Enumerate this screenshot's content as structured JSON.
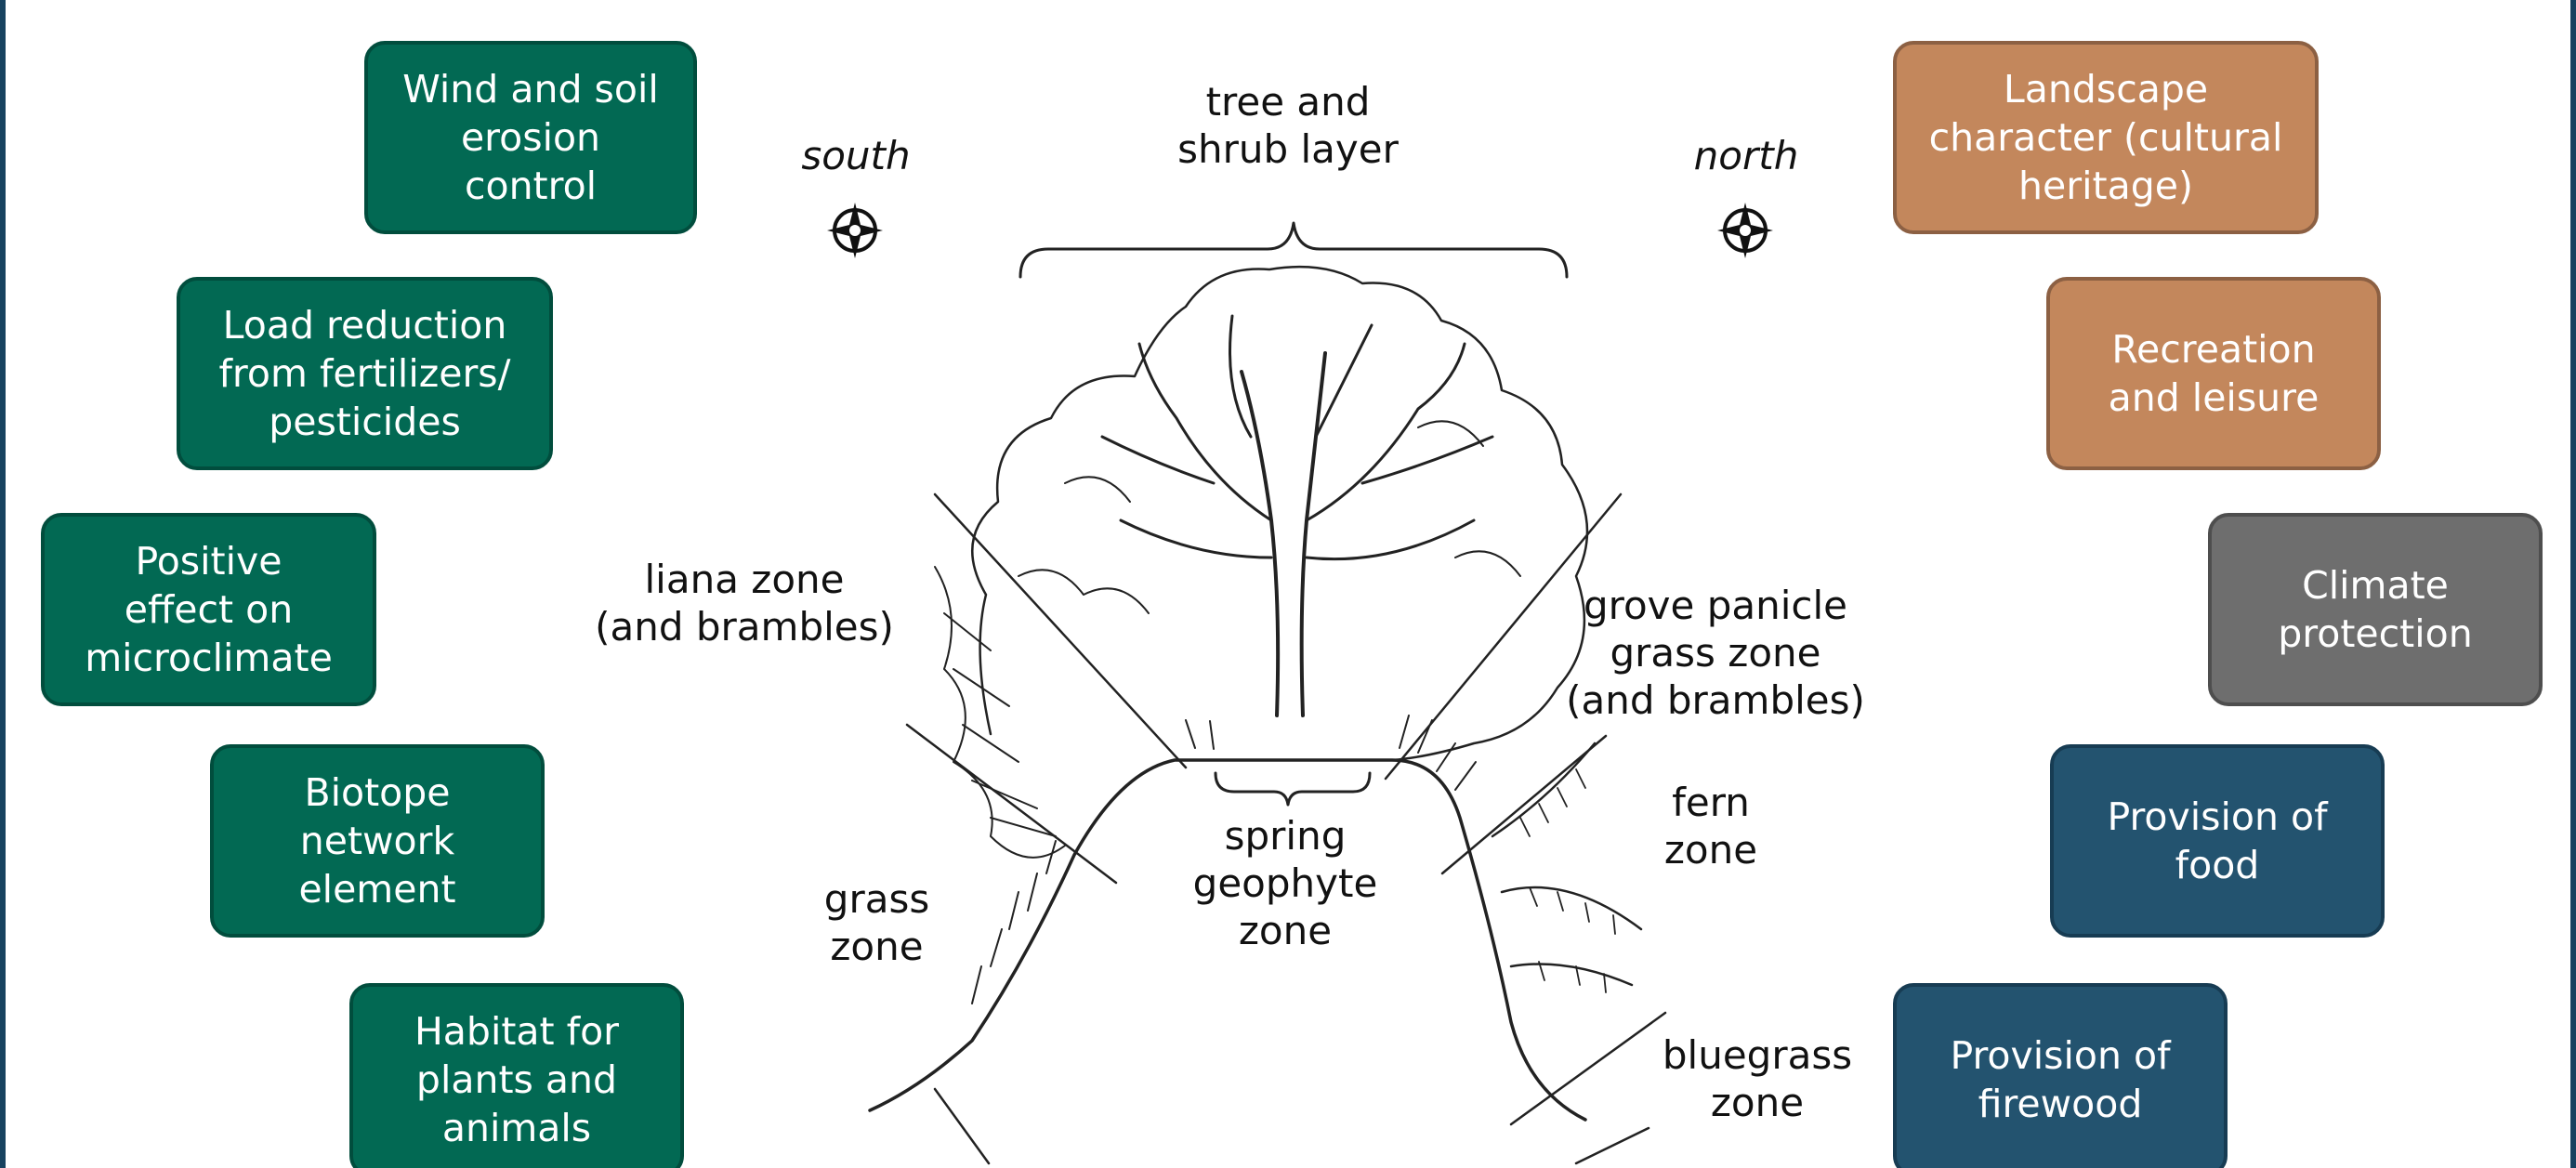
{
  "left_boxes": [
    {
      "text": "Wind and soil\nerosion\ncontrol"
    },
    {
      "text": "Load reduction\nfrom fertilizers/\npesticides"
    },
    {
      "text": "Positive\neffect on\nmicroclimate"
    },
    {
      "text": "Biotope\nnetwork\nelement"
    },
    {
      "text": "Habitat for\nplants and\nanimals"
    }
  ],
  "right_boxes": [
    {
      "text": "Landscape\ncharacter (cultural\nheritage)"
    },
    {
      "text": "Recreation\nand leisure"
    },
    {
      "text": "Climate\nprotection"
    },
    {
      "text": "Provision of\nfood"
    },
    {
      "text": "Provision of\nfirewood"
    }
  ],
  "directions": {
    "south": "south",
    "north": "north"
  },
  "zones": {
    "tree_shrub": "tree and\nshrub layer",
    "liana": "liana zone\n(and brambles)",
    "grove_panicle": "grove panicle\ngrass zone\n(and brambles)",
    "fern": "fern\nzone",
    "spring_geophyte": "spring\ngeophyte\nzone",
    "grass": "grass\nzone",
    "bluegrass": "bluegrass\nzone"
  },
  "colors": {
    "ecological_green": "#026953",
    "cultural_tan": "#c3875c",
    "climate_gray": "#6e6e6e",
    "provision_blue": "#23536f",
    "frame": "#17425f"
  },
  "icons": {
    "compass": "compass-rose-icon"
  }
}
